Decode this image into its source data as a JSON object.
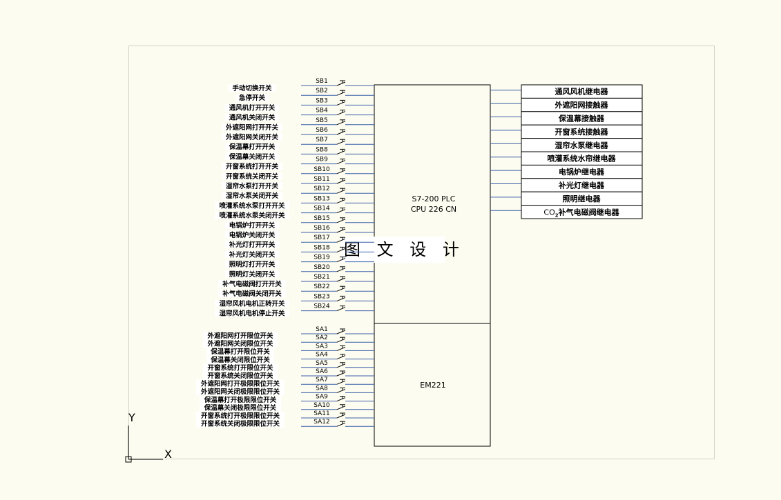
{
  "colors": {
    "background": "#fdfcf0",
    "wire": "#3a5fa8",
    "ink": "#000000",
    "frame": "#d3d1c4"
  },
  "plc": {
    "line1": "S7-200 PLC",
    "line2": "CPU 226 CN"
  },
  "expansion": {
    "label": "EM221"
  },
  "watermark": "图 文 设 计",
  "axes": {
    "y": "Y",
    "x": "X"
  },
  "sb_inputs": [
    {
      "tag": "SB1",
      "label": "手动切换开关"
    },
    {
      "tag": "SB2",
      "label": "急停开关"
    },
    {
      "tag": "SB3",
      "label": "通风机打开开关"
    },
    {
      "tag": "SB4",
      "label": "通风机关闭开关"
    },
    {
      "tag": "SB5",
      "label": "外遮阳网打开开关"
    },
    {
      "tag": "SB6",
      "label": "外遮阳网关闭开关"
    },
    {
      "tag": "SB7",
      "label": "保温幕打开开关"
    },
    {
      "tag": "SB8",
      "label": "保温幕关闭开关"
    },
    {
      "tag": "SB9",
      "label": "开窗系统打开开关"
    },
    {
      "tag": "SB10",
      "label": "开窗系统关闭开关"
    },
    {
      "tag": "SB11",
      "label": "湿帘水泵打开开关"
    },
    {
      "tag": "SB12",
      "label": "湿帘水泵关闭开关"
    },
    {
      "tag": "SB13",
      "label": "喷灌系统水泵打开开关"
    },
    {
      "tag": "SB14",
      "label": "喷灌系统水泵关闭开关"
    },
    {
      "tag": "SB15",
      "label": "电锅炉打开开关"
    },
    {
      "tag": "SB16",
      "label": "电锅炉关闭开关"
    },
    {
      "tag": "SB17",
      "label": "补光灯打开开关"
    },
    {
      "tag": "SB18",
      "label": "补光灯关闭开关"
    },
    {
      "tag": "SB19",
      "label": "照明灯打开开关"
    },
    {
      "tag": "SB20",
      "label": "照明灯关闭开关"
    },
    {
      "tag": "SB21",
      "label": "补气电磁阀打开开关"
    },
    {
      "tag": "SB22",
      "label": "补气电磁阀关闭开关"
    },
    {
      "tag": "SB23",
      "label": "湿帘风机电机正转开关"
    },
    {
      "tag": "SB24",
      "label": "湿帘风机电机停止开关"
    }
  ],
  "sa_inputs": [
    {
      "tag": "SA1",
      "label": "外遮阳网打开限位开关"
    },
    {
      "tag": "SA2",
      "label": "外遮阳网关闭限位开关"
    },
    {
      "tag": "SA3",
      "label": "保温幕打开限位开关"
    },
    {
      "tag": "SA4",
      "label": "保温幕关闭限位开关"
    },
    {
      "tag": "SA5",
      "label": "开窗系统打开限位开关"
    },
    {
      "tag": "SA6",
      "label": "开窗系统关闭限位开关"
    },
    {
      "tag": "SA7",
      "label": "外遮阳网打开极限限位开关"
    },
    {
      "tag": "SA8",
      "label": "外遮阳网关闭极限限位开关"
    },
    {
      "tag": "SA9",
      "label": "保温幕打开极限限位开关"
    },
    {
      "tag": "SA10",
      "label": "保温幕关闭极限限位开关"
    },
    {
      "tag": "SA11",
      "label": "开窗系统打开极限限位开关"
    },
    {
      "tag": "SA12",
      "label": "开窗系统关闭极限限位开关"
    }
  ],
  "outputs": [
    {
      "label": "通风风机继电器"
    },
    {
      "label": "外遮阳网接触器"
    },
    {
      "label": "保温幕接触器"
    },
    {
      "label": "开窗系统接触器"
    },
    {
      "label": "湿帘水泵继电器"
    },
    {
      "label": "喷灌系统水帘继电器"
    },
    {
      "label": "电锅炉继电器"
    },
    {
      "label": "补光灯继电器"
    },
    {
      "label": "照明继电器"
    },
    {
      "label": "补气电磁阀继电器",
      "prefix": "CO",
      "sub": "2"
    }
  ]
}
